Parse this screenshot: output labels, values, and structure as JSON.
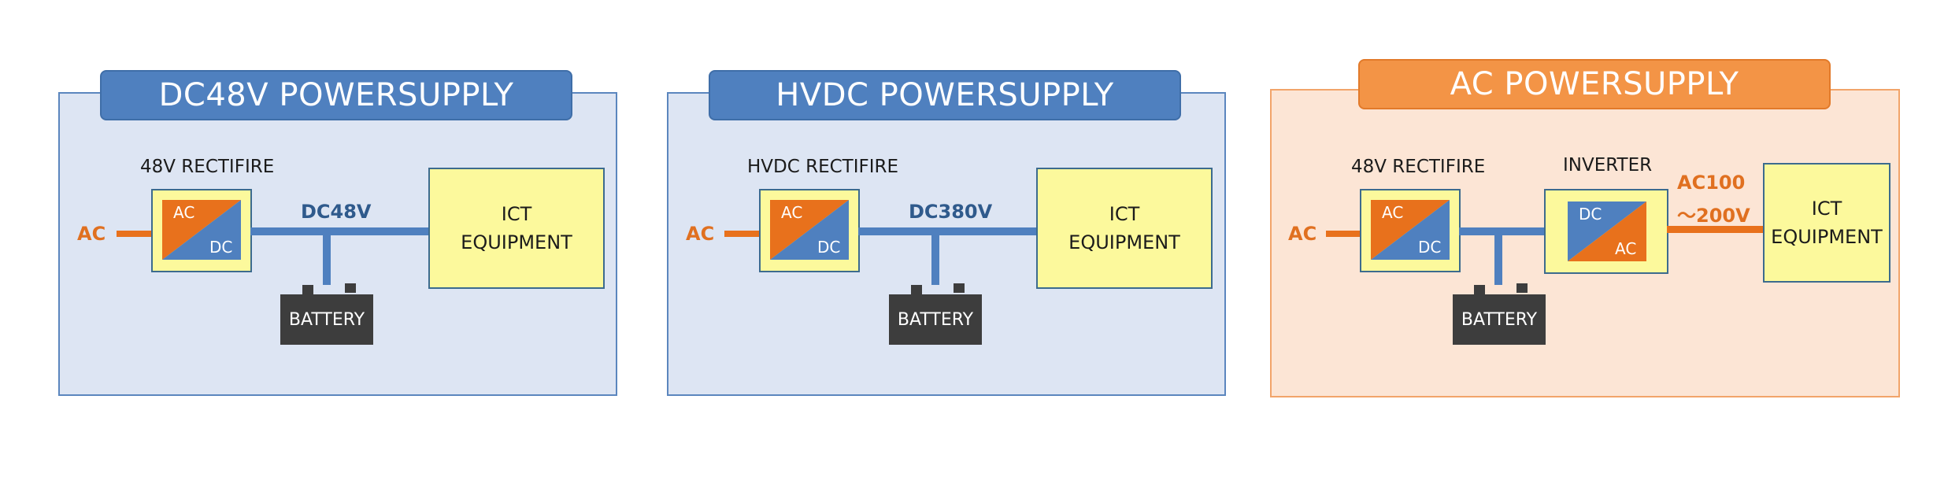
{
  "panels": [
    {
      "title": "DC48V POWERSUPPLY",
      "rectifier_label": "48V RECTIFIRE",
      "input_label": "AC",
      "converter": {
        "top": "AC",
        "bottom": "DC"
      },
      "bus_label": "DC48V",
      "battery_label": "BATTERY",
      "equipment": {
        "line1": "ICT",
        "line2": "EQUIPMENT"
      }
    },
    {
      "title": "HVDC POWERSUPPLY",
      "rectifier_label": "HVDC RECTIFIRE",
      "input_label": "AC",
      "converter": {
        "top": "AC",
        "bottom": "DC"
      },
      "bus_label": "DC380V",
      "battery_label": "BATTERY",
      "equipment": {
        "line1": "ICT",
        "line2": "EQUIPMENT"
      }
    },
    {
      "title": "AC POWERSUPPLY",
      "rectifier_label": "48V RECTIFIRE",
      "inverter_label": "INVERTER",
      "input_label": "AC",
      "converter": {
        "top": "AC",
        "bottom": "DC"
      },
      "inverter": {
        "top": "DC",
        "bottom": "AC"
      },
      "output_label_line1": "AC100",
      "output_label_line2": "～200V",
      "battery_label": "BATTERY",
      "equipment": {
        "line1": "ICT",
        "line2": "EQUIPMENT"
      }
    }
  ],
  "colors": {
    "blue_panel": "#dde5f3",
    "orange_panel": "#fce5d5",
    "title_blue": "#4f80bf",
    "title_orange": "#f39446",
    "ac_orange": "#e8711c",
    "dc_blue": "#4f80bf",
    "equipment_yellow": "#fcf99c",
    "battery_gray": "#3d3d3d"
  }
}
